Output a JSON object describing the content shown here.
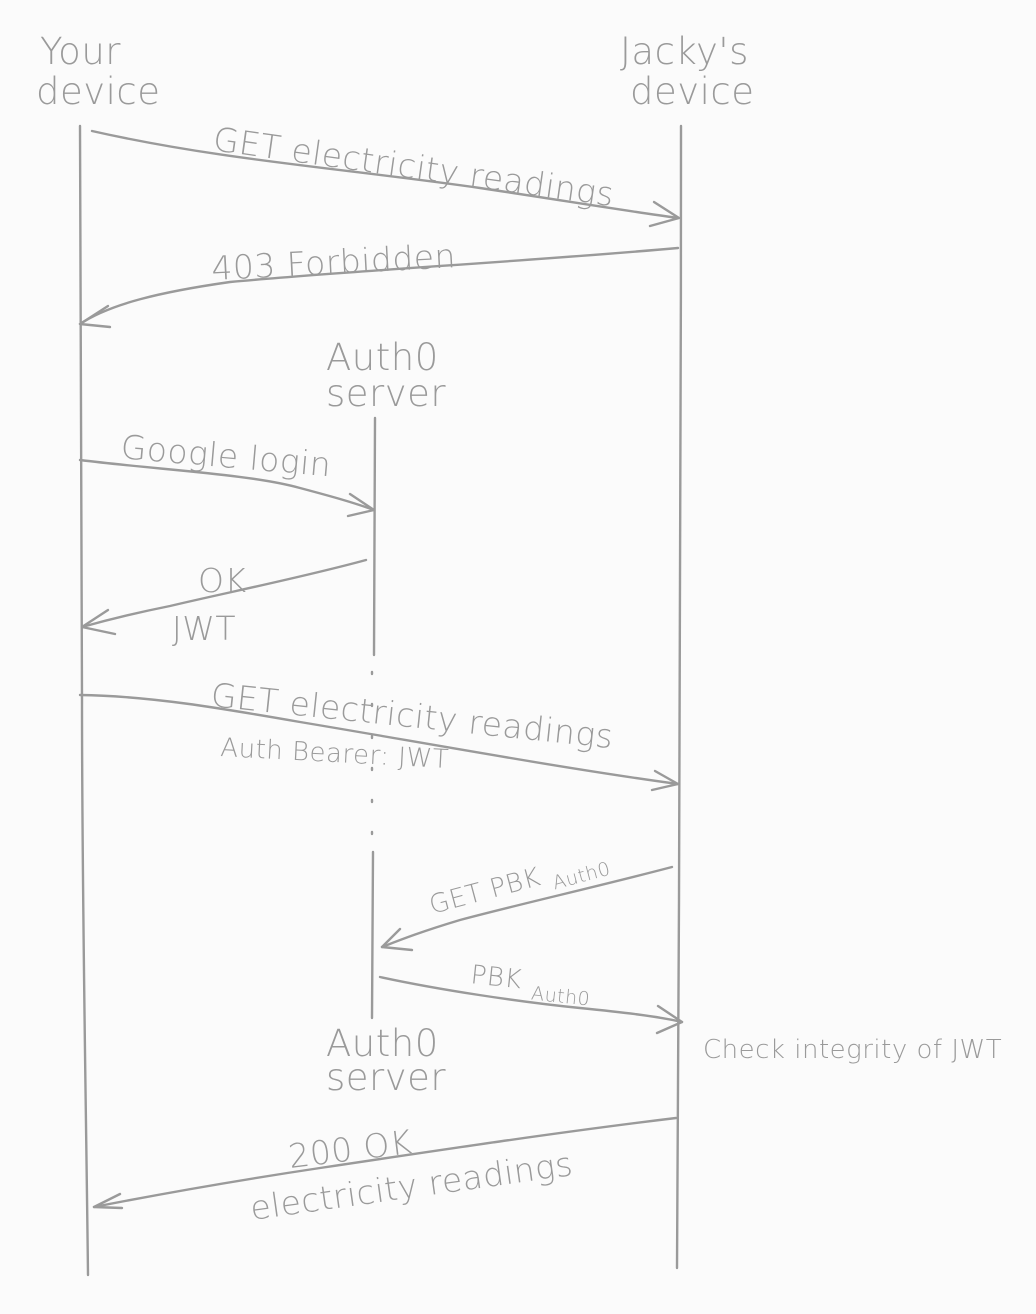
{
  "participants": {
    "your_device": {
      "line1": "Your",
      "line2": "device"
    },
    "jacky_device": {
      "line1": "Jacky's",
      "line2": "device"
    },
    "auth0_top": {
      "line1": "Auth0",
      "line2": "server"
    },
    "auth0_bottom": {
      "line1": "Auth0",
      "line2": "server"
    }
  },
  "messages": {
    "get_readings_1": {
      "label": "GET electricity readings"
    },
    "forbidden": {
      "label": "403 Forbidden"
    },
    "google_login": {
      "label": "Google login"
    },
    "ok_jwt": {
      "line1": "OK",
      "line2": "JWT"
    },
    "get_readings_2": {
      "label": "GET electricity readings",
      "sublabel": "Auth Bearer: JWT"
    },
    "get_pbk": {
      "label": "GET PBK",
      "subscript": "Auth0"
    },
    "pbk": {
      "label": "PBK",
      "subscript": "Auth0"
    },
    "ok_200": {
      "line1": "200 OK",
      "line2": "electricity readings"
    }
  },
  "note": {
    "check_integrity": "Check integrity of JWT"
  },
  "colors": {
    "ink": "#9a9a9a",
    "background": "#fbfbfb"
  }
}
